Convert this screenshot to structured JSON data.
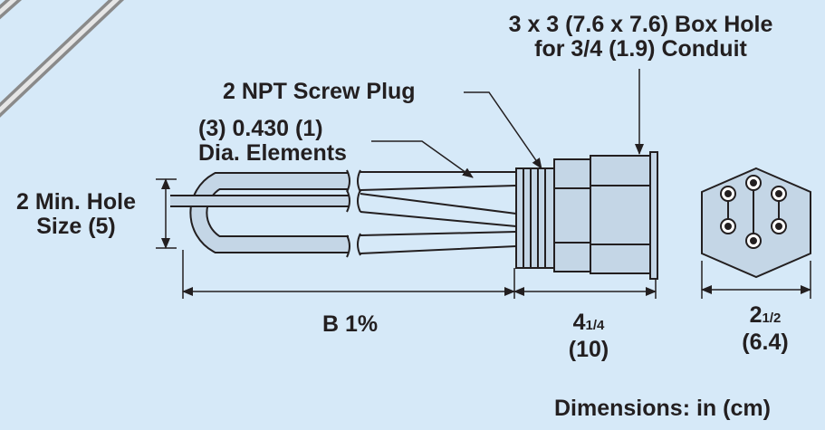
{
  "labels": {
    "box_hole_line1": "3 x 3 (7.6 x 7.6) Box Hole",
    "box_hole_line2": "for 3/4 (1.9) Conduit",
    "screw_plug": "2 NPT Screw Plug",
    "elements_line1": "(3) 0.430 (1)",
    "elements_line2": "Dia. Elements",
    "hole_size_line1": "2 Min. Hole",
    "hole_size_line2": "Size (5)",
    "length_b": "B  1%",
    "head_length_whole": "4",
    "head_length_fraction": "1/4",
    "head_length_cm": "(10)",
    "hex_width_whole": "2",
    "hex_width_fraction": "1/2",
    "hex_width_cm": "(6.4)",
    "units_note": "Dimensions: in (cm)"
  },
  "colors": {
    "background": "#d6e9f8",
    "line": "#231f20",
    "heater_fill": "#c4d6e6",
    "rod_highlight": "#e6e6e6",
    "rod_shadow": "#8a8a8a"
  }
}
